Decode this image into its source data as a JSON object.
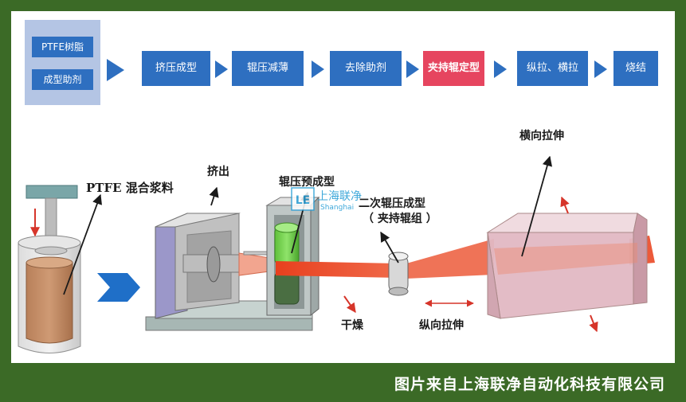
{
  "flow": {
    "inputs": [
      "PTFE树脂",
      "成型助剂"
    ],
    "steps": [
      "挤压成型",
      "辊压减薄",
      "去除助剂",
      "夹持辊定型",
      "纵拉、横拉",
      "烧结"
    ],
    "highlight_step": "夹持辊定型"
  },
  "labels": {
    "mix": "PTFE 混合浆料",
    "extrude": "挤出",
    "preform": "辊压预成型",
    "secondary_1": "二次辊压成型",
    "secondary_2": "（ 夹持辊组 ）",
    "dry": "干燥",
    "longitudinal": "纵向拉伸",
    "transverse": "横向拉伸"
  },
  "watermark": {
    "mark": "LE",
    "name": "上海联净",
    "sub": "Shanghai"
  },
  "footer": {
    "credit": "图片来自上海联净自动化科技有限公司"
  },
  "colors": {
    "frame": "#3b6a26",
    "step": "#2e6fc0",
    "highlight": "#e6455f",
    "film": "#e8401e"
  }
}
